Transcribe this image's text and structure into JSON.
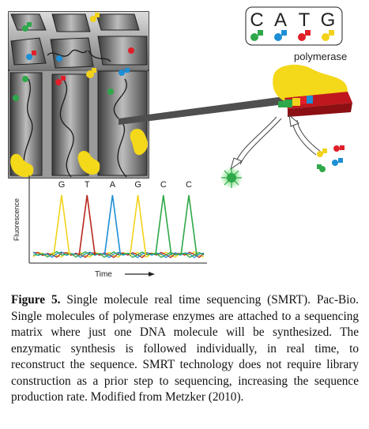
{
  "legend": {
    "bases": [
      {
        "letter": "C",
        "color": "#2ea84a"
      },
      {
        "letter": "A",
        "color": "#1e8fd6"
      },
      {
        "letter": "T",
        "color": "#e01f2a"
      },
      {
        "letter": "G",
        "color": "#f2d21a"
      }
    ]
  },
  "labels": {
    "polymerase": "polymerase",
    "ylabel": "Fluorescence",
    "xlabel": "Time"
  },
  "chart_data": {
    "type": "line",
    "title": "",
    "xlabel": "Time",
    "ylabel": "Fluorescence",
    "peaks": [
      {
        "base": "G",
        "color": "#f2d21a"
      },
      {
        "base": "T",
        "color": "#b8281e"
      },
      {
        "base": "A",
        "color": "#1e8fd6"
      },
      {
        "base": "G",
        "color": "#f2d21a"
      },
      {
        "base": "C",
        "color": "#2ea84a"
      },
      {
        "base": "C",
        "color": "#2ea84a"
      }
    ]
  },
  "caption": {
    "label": "Figure 5.",
    "text": " Single molecule real time sequencing (SMRT). Pac-Bio. Single molecules of polymerase enzymes are attached to a sequencing matrix where just one DNA molecule will be synthesized. The enzymatic synthesis is followed individually, in real time, to reconstruct the sequence. SMRT technology does not require library construction as a prior step to sequencing, increasing the sequence production rate. Modified from Metzker (2010)."
  }
}
